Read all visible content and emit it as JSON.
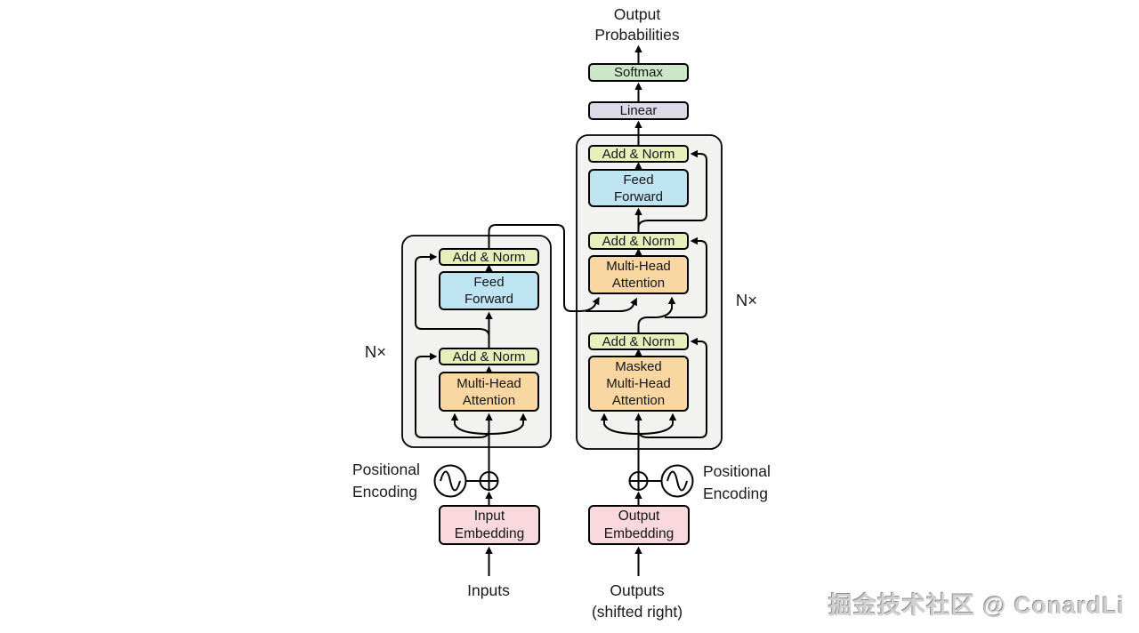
{
  "diagram": {
    "output_probabilities": [
      "Output",
      "Probabilities"
    ],
    "softmax": "Softmax",
    "linear": "Linear",
    "add_norm": "Add & Norm",
    "feed_forward": [
      "Feed",
      "Forward"
    ],
    "multi_head_attention": [
      "Multi-Head",
      "Attention"
    ],
    "masked_multi_head_attention": [
      "Masked",
      "Multi-Head",
      "Attention"
    ],
    "input_embedding": [
      "Input",
      "Embedding"
    ],
    "output_embedding": [
      "Output",
      "Embedding"
    ],
    "inputs": "Inputs",
    "outputs": [
      "Outputs",
      "(shifted right)"
    ],
    "positional_encoding": [
      "Positional",
      "Encoding"
    ],
    "n_times_left": "N×",
    "n_times_right": "N×",
    "watermark": "掘金技术社区 @ ConardLi",
    "colors": {
      "softmax": "#cbe7c8",
      "linear": "#dadae8",
      "add_norm": "#e8eebc",
      "feed_forward": "#bee3f1",
      "attention": "#f8d7a3",
      "embedding": "#f9d9de",
      "container": "#f2f2f0",
      "line": "#000000"
    }
  }
}
